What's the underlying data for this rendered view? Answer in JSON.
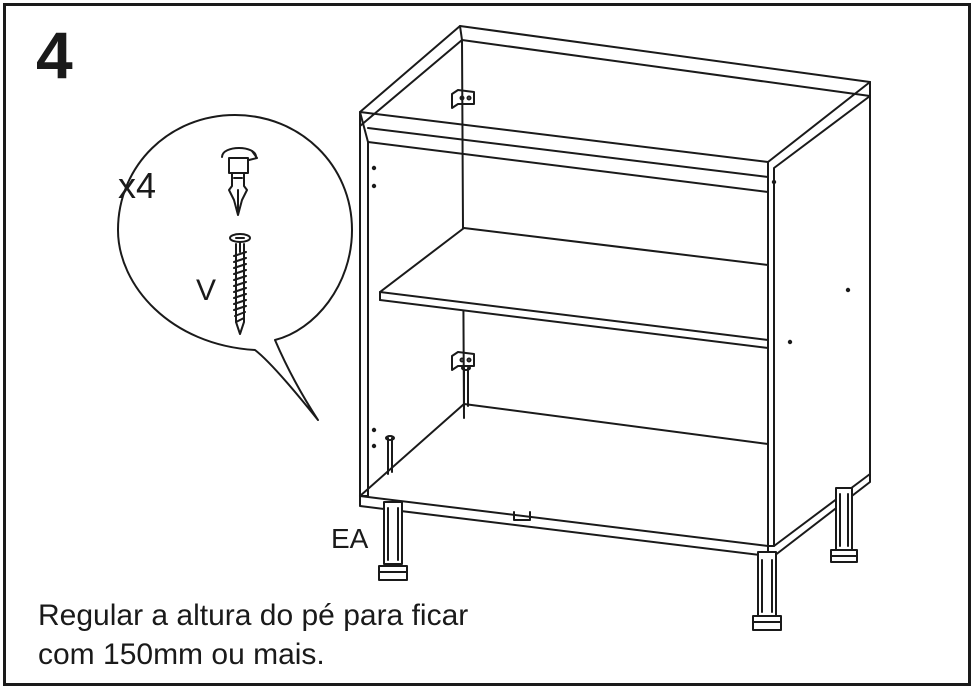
{
  "step": {
    "number": "4"
  },
  "callout": {
    "quantity": "x4",
    "part_code": "V"
  },
  "labels": {
    "leg_part": "EA"
  },
  "instruction": {
    "line1": "Regular a altura do pé para ficar",
    "line2": "com 150mm ou mais."
  },
  "colors": {
    "ink": "#1a1a1a",
    "background": "#ffffff"
  }
}
